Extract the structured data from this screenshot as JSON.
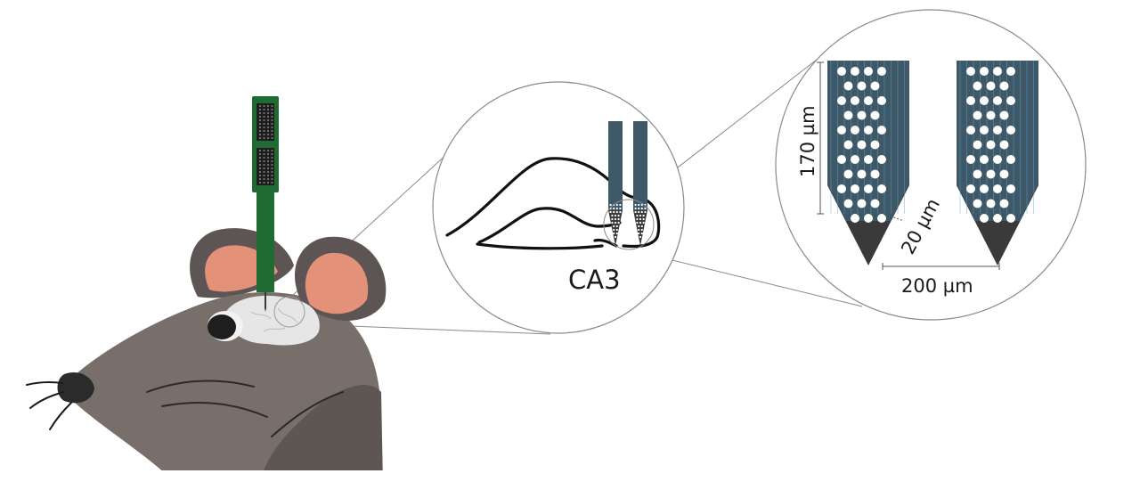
{
  "labels": {
    "region": "CA3",
    "shank_length": "170 µm",
    "electrode_pitch": "20 µm",
    "shank_spacing": "200 µm"
  },
  "colors": {
    "mouse_fur": "#786e6a",
    "mouse_ear_outer": "#5c5553",
    "mouse_ear_inner": "#e4917a",
    "nose": "#2b2b2b",
    "eye": "#1e1e1e",
    "pcb": "#1f6b33",
    "connector": "#1d1d1d",
    "skull_window": "#e6e6e6",
    "shank": "#3f5868",
    "shank_trace": "#5aa6cf",
    "shank_tip": "#3a3a3a",
    "electrode": "#ffffff",
    "outline": "#111111",
    "zoom_line": "#8a8a8a"
  },
  "icons": {
    "mouse": "mouse-head-illustration",
    "probe": "silicon-probe-with-connector",
    "hippocampus": "hippocampus-outline",
    "electrodes": "electrode-site-array"
  }
}
